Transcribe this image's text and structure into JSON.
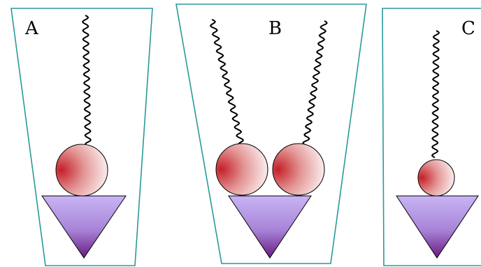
{
  "panels": [
    {
      "label": "A"
    },
    {
      "label": "B"
    },
    {
      "label": "C"
    }
  ],
  "colors": {
    "frame": "#2a9a9a",
    "sphere_dark": "#c42028",
    "sphere_light": "#ffffff",
    "cone_top": "#c8b4f4",
    "cone_bottom": "#6a1a80",
    "strand": "#000000"
  }
}
